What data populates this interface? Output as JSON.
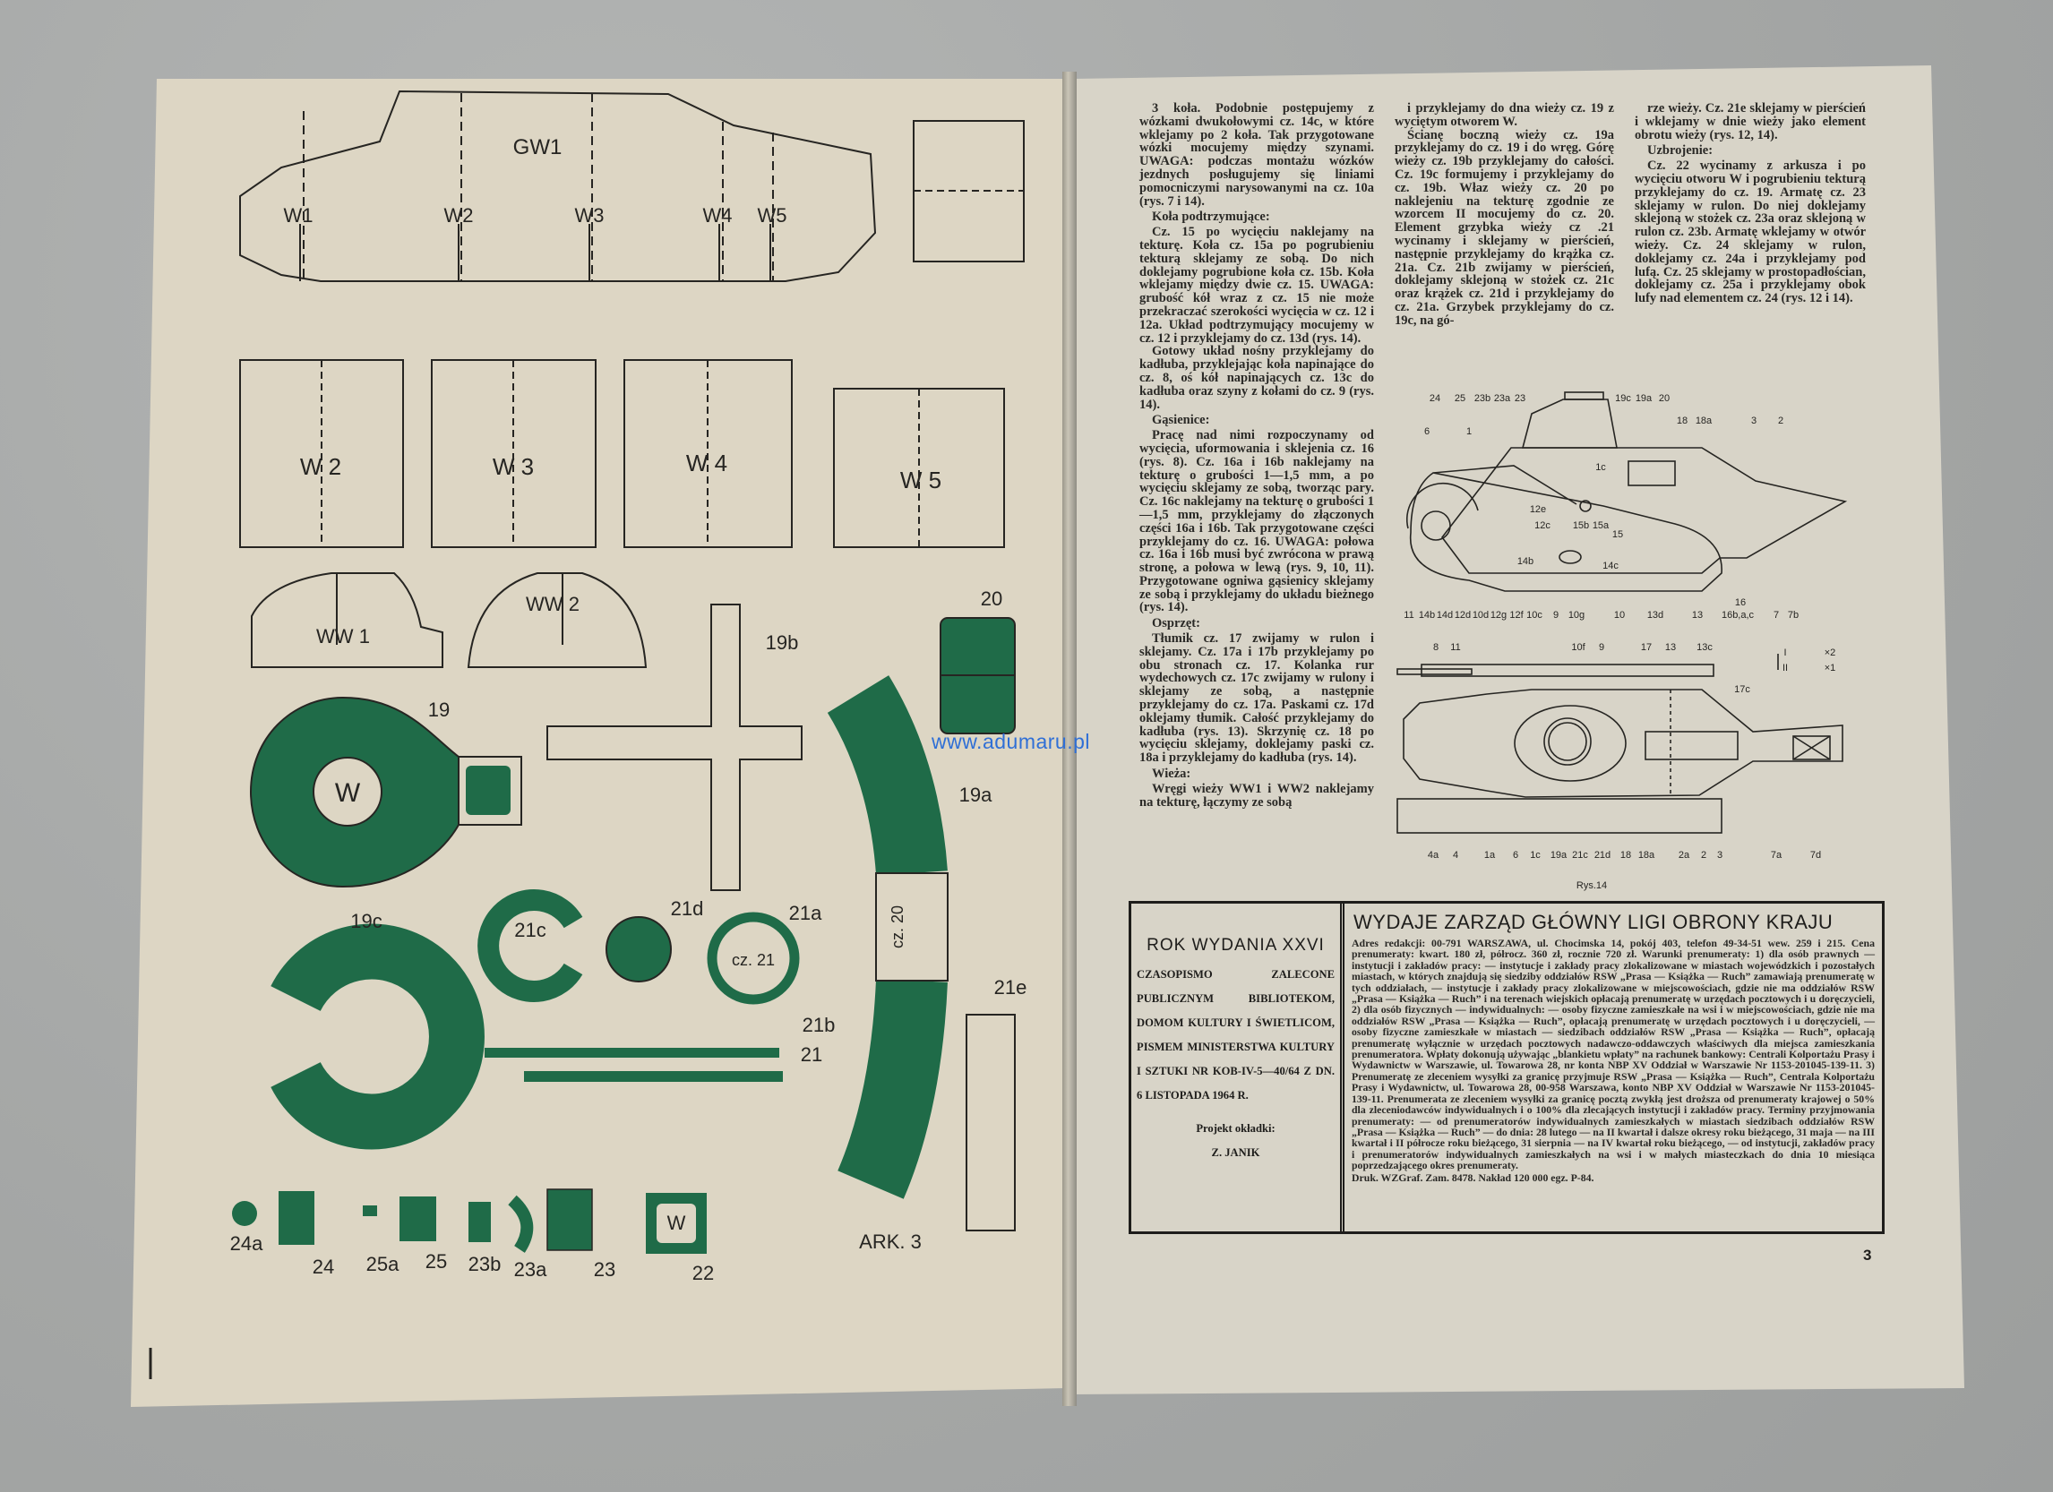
{
  "colors": {
    "paper": "#ddd6c4",
    "green": "#1f6b48",
    "ink": "#262522",
    "watermark": "#2f6fd6",
    "background": "#a6a8a7"
  },
  "watermark": "www.adumaru.pl",
  "left_page": {
    "labels": [
      "GW1",
      "W1",
      "W2",
      "W3",
      "W4",
      "W5",
      "W 2",
      "W 3",
      "W 4",
      "W 5",
      "WW 1",
      "WW 2",
      "19",
      "W",
      "19b",
      "20",
      "19a",
      "cz. 20",
      "21c",
      "21d",
      "21a",
      "cz. 21",
      "19c",
      "21b",
      "21",
      "21e",
      "24a",
      "24",
      "25a",
      "25",
      "23b",
      "23a",
      "23",
      "22",
      "W",
      "ARK. 3"
    ],
    "page_number": "1"
  },
  "right_page": {
    "column1": [
      {
        "type": "p",
        "text": "3 koła. Podobnie postępujemy z wózkami dwukołowymi cz. 14c, w które wklejamy po 2 koła. Tak przygotowane wózki mocujemy między szynami. UWAGA: podczas montażu wózków jezdnych posługujemy się liniami pomocniczymi narysowanymi na cz. 10a (rys. 7 i 14)."
      },
      {
        "type": "h",
        "text": "Koła podtrzymujące:"
      },
      {
        "type": "p",
        "text": "Cz. 15 po wycięciu naklejamy na tekturę. Koła cz. 15a po pogrubieniu tekturą sklejamy ze sobą. Do nich doklejamy pogrubione koła cz. 15b. Koła wklejamy między dwie cz. 15. UWAGA: grubość kół wraz z cz. 15 nie może przekraczać szerokości wycięcia w cz. 12 i 12a. Układ podtrzymujący mocujemy w cz. 12 i przyklejamy do cz. 13d (rys. 14)."
      },
      {
        "type": "p",
        "text": "Gotowy układ nośny przyklejamy do kadłuba, przyklejając koła napinające do cz. 8, oś kół napinających cz. 13c do kadłuba oraz szyny z kołami do cz. 9 (rys. 14)."
      },
      {
        "type": "h",
        "text": "Gąsienice:"
      },
      {
        "type": "p",
        "text": "Pracę nad nimi rozpoczynamy od wycięcia, uformowania i sklejenia cz. 16 (rys. 8). Cz. 16a i 16b naklejamy na tekturę o grubości 1—1,5 mm, a po wycięciu sklejamy ze sobą, tworząc pary. Cz. 16c naklejamy na tekturę o grubości 1—1,5 mm, przyklejamy do złączonych części 16a i 16b. Tak przygotowane części przyklejamy do cz. 16. UWAGA: połowa cz. 16a i 16b musi być zwrócona w prawą stronę, a połowa w lewą (rys. 9, 10, 11). Przygotowane ogniwa gąsienicy sklejamy ze sobą i przyklejamy do układu bieżnego (rys. 14)."
      },
      {
        "type": "h",
        "text": "Osprzęt:"
      },
      {
        "type": "p",
        "text": "Tłumik cz. 17 zwijamy w rulon i sklejamy. Cz. 17a i 17b przyklejamy po obu stronach cz. 17. Kolanka rur wydechowych cz. 17c zwijamy w rulony i sklejamy ze sobą, a następnie przyklejamy do cz. 17a. Paskami cz. 17d oklejamy tłumik. Całość przyklejamy do kadłuba (rys. 13). Skrzynię cz. 18 po wycięciu sklejamy, doklejamy paski cz. 18a i przyklejamy do kadłuba (rys. 14)."
      },
      {
        "type": "h",
        "text": "Wieża:"
      },
      {
        "type": "p",
        "text": "Wręgi wieży WW1 i WW2 naklejamy na tekturę, łączymy ze sobą"
      }
    ],
    "column2": [
      {
        "type": "p",
        "text": "i przyklejamy do dna wieży cz. 19 z wyciętym otworem W."
      },
      {
        "type": "p",
        "text": "Ścianę boczną wieży cz. 19a przyklejamy do cz. 19 i do wręg. Górę wieży cz. 19b przyklejamy do całości. Cz. 19c formujemy i przyklejamy do cz. 19b. Właz wieży cz. 20 po naklejeniu na tekturę zgodnie ze wzorcem II mocujemy do cz. 20. Element grzybka wieży cz .21 wycinamy i sklejamy w pierścień, następnie przyklejamy do krążka cz. 21a. Cz. 21b zwijamy w pierścień, doklejamy sklejoną w stożek cz. 21c oraz krążek cz. 21d i przyklejamy do cz. 21a. Grzybek przyklejamy do cz. 19c, na gó-"
      }
    ],
    "column3": [
      {
        "type": "p",
        "text": "rze wieży. Cz. 21e sklejamy w pierścień i wklejamy w dnie wieży jako element obrotu wieży (rys. 12, 14)."
      },
      {
        "type": "h",
        "text": "Uzbrojenie:"
      },
      {
        "type": "p",
        "text": "Cz. 22 wycinamy z arkusza i po wycięciu otworu W i pogrubieniu tekturą przyklejamy do cz. 19. Armatę cz. 23 sklejamy w rulon. Do niej doklejamy sklejoną w stożek cz. 23a oraz sklejoną w rulon cz. 23b. Armatę wklejamy w otwór wieży. Cz. 24 sklejamy w rulon, doklejamy cz. 24a i przyklejamy pod lufą. Cz. 25 sklejamy w prostopadłościan, doklejamy cz. 25a i przyklejamy obok lufy nad elementem cz. 24 (rys. 12 i 14)."
      }
    ],
    "figure": {
      "side_labels": [
        "24",
        "25",
        "23b",
        "23a",
        "23",
        "19c",
        "19a",
        "20",
        "6",
        "1",
        "1c",
        "18",
        "18a",
        "3",
        "2",
        "12e",
        "12c",
        "15b",
        "15a",
        "15",
        "14b",
        "14c",
        "16",
        "11",
        "14b",
        "14d",
        "12d",
        "10d",
        "12g",
        "12f",
        "10c",
        "9",
        "10g",
        "10",
        "13d",
        "13",
        "16b,a,c",
        "7",
        "7b"
      ],
      "top_labels": [
        "8",
        "11",
        "10f",
        "9",
        "17",
        "13",
        "13c",
        "17c",
        "I",
        "II",
        "×2",
        "×1",
        "4a",
        "4",
        "1a",
        "6",
        "1c",
        "19a",
        "21c",
        "21d",
        "18",
        "18a",
        "2a",
        "2",
        "3",
        "7a",
        "7d"
      ],
      "caption": "Rys.14"
    },
    "imprint": {
      "year": "ROK WYDANIA XXVI",
      "recommendation": "CZASOPISMO ZALECONE PUBLICZNYM BIBLIOTEKOM, DOMOM KULTURY I ŚWIETLICOM, PISMEM MINISTERSTWA KULTURY I SZTUKI NR KOB-IV-5—40/64 Z DN. 6 LISTOPADA 1964 R.",
      "cover_label": "Projekt okładki:",
      "cover_author": "Z. JANIK",
      "publisher": "WYDAJE ZARZĄD GŁÓWNY LIGI OBRONY KRAJU",
      "body": "Adres redakcji: 00-791 WARSZAWA, ul. Chocimska 14, pokój 403, telefon 49-34-51 wew. 259 i 215. Cena prenumeraty: kwart. 180 zł, półrocz. 360 zł, rocznie 720 zł. Warunki prenumeraty: 1) dla osób prawnych — instytucji i zakładów pracy: — instytucje i zakłady pracy zlokalizowane w miastach wojewódzkich i pozostałych miastach, w których znajdują się siedziby oddziałów RSW „Prasa — Książka — Ruch” zamawiają prenumeratę w tych oddziałach, — instytucje i zakłady pracy zlokalizowane w miejscowościach, gdzie nie ma oddziałów RSW „Prasa — Książka — Ruch” i na terenach wiejskich opłacają prenumeratę w urzędach pocztowych i u doręczycieli, 2) dla osób fizycznych — indywidualnych: — osoby fizyczne zamieszkałe na wsi i w miejscowościach, gdzie nie ma oddziałów RSW „Prasa — Książka — Ruch”, opłacają prenumeratę w urzędach pocztowych i u doręczycieli, — osoby fizyczne zamieszkałe w miastach — siedzibach oddziałów RSW „Prasa — Książka — Ruch”, opłacają prenumeratę wyłącznie w urzędach pocztowych nadawczo-oddawczych właściwych dla miejsca zamieszkania prenumeratora. Wpłaty dokonują używając „blankietu wpłaty” na rachunek bankowy: Centrali Kolportażu Prasy i Wydawnictw w Warszawie, ul. Towarowa 28, nr konta NBP XV Oddział w Warszawie Nr 1153-201045-139-11. 3) Prenumeratę ze zleceniem wysyłki za granicę przyjmuje RSW „Prasa — Książka — Ruch”, Centrala Kolportażu Prasy i Wydawnictw, ul. Towarowa 28, 00-958 Warszawa, konto NBP XV Oddział w Warszawie Nr 1153-201045-139-11. Prenumerata ze zleceniem wysyłki za granicę pocztą zwykłą jest droższa od prenumeraty krajowej o 50% dla zleceniodawców indywidualnych i o 100% dla zlecających instytucji i zakładów pracy. Terminy przyjmowania prenumeraty: — od prenumeratorów indywidualnych zamieszkałych w miastach siedzibach oddziałów RSW „Prasa — Książka — Ruch” — do dnia: 28 lutego — na II kwartał i dalsze okresy roku bieżącego, 31 maja — na III kwartał i II półrocze roku bieżącego, 31 sierpnia — na IV kwartał roku bieżącego, — od instytucji, zakładów pracy i prenumeratorów indywidualnych zamieszkałych na wsi i w małych miasteczkach do dnia 10 miesiąca poprzedzającego okres prenumeraty.",
      "print_info": "Druk. WZGraf. Zam. 8478. Nakład 120 000 egz. P-84."
    },
    "page_number": "3"
  }
}
